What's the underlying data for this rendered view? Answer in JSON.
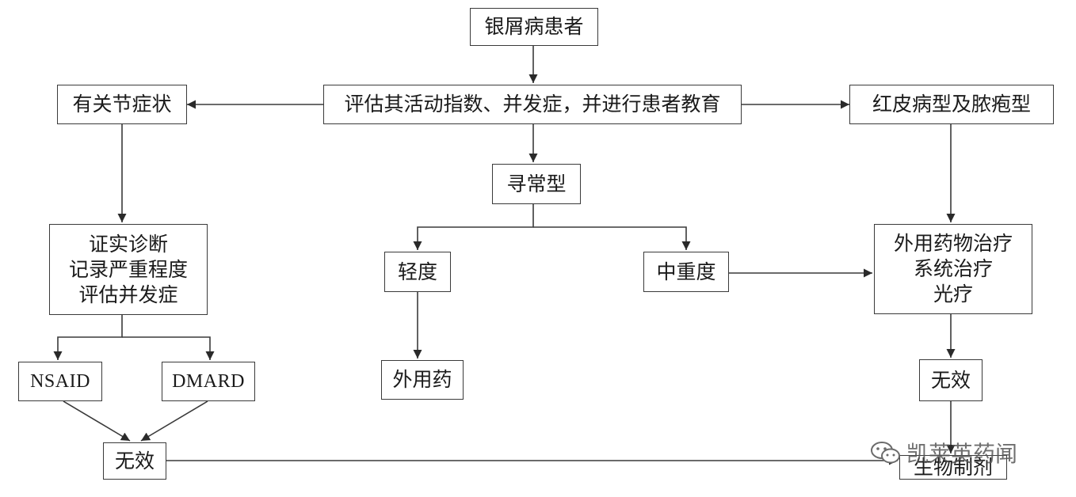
{
  "diagram": {
    "nodes": {
      "patient": "银屑病患者",
      "assess": "评估其活动指数、并发症，并进行患者教育",
      "joint": "有关节症状",
      "erythro": "红皮病型及脓疱型",
      "vulgar": "寻常型",
      "confirm": [
        "证实诊断",
        "记录严重程度",
        "评估并发症"
      ],
      "mild": "轻度",
      "modsev": "中重度",
      "therapy": [
        "外用药物治疗",
        "系统治疗",
        "光疗"
      ],
      "topical": "外用药",
      "nsaid": "NSAID",
      "dmard": "DMARD",
      "invalid_left": "无效",
      "invalid_right": "无效",
      "biologic": "生物制剂"
    }
  },
  "watermark": {
    "text": "凯莱英药闻",
    "icon": "wechat-icon"
  },
  "colors": {
    "line": "#3a3a3a",
    "border": "#3a3a3a"
  }
}
